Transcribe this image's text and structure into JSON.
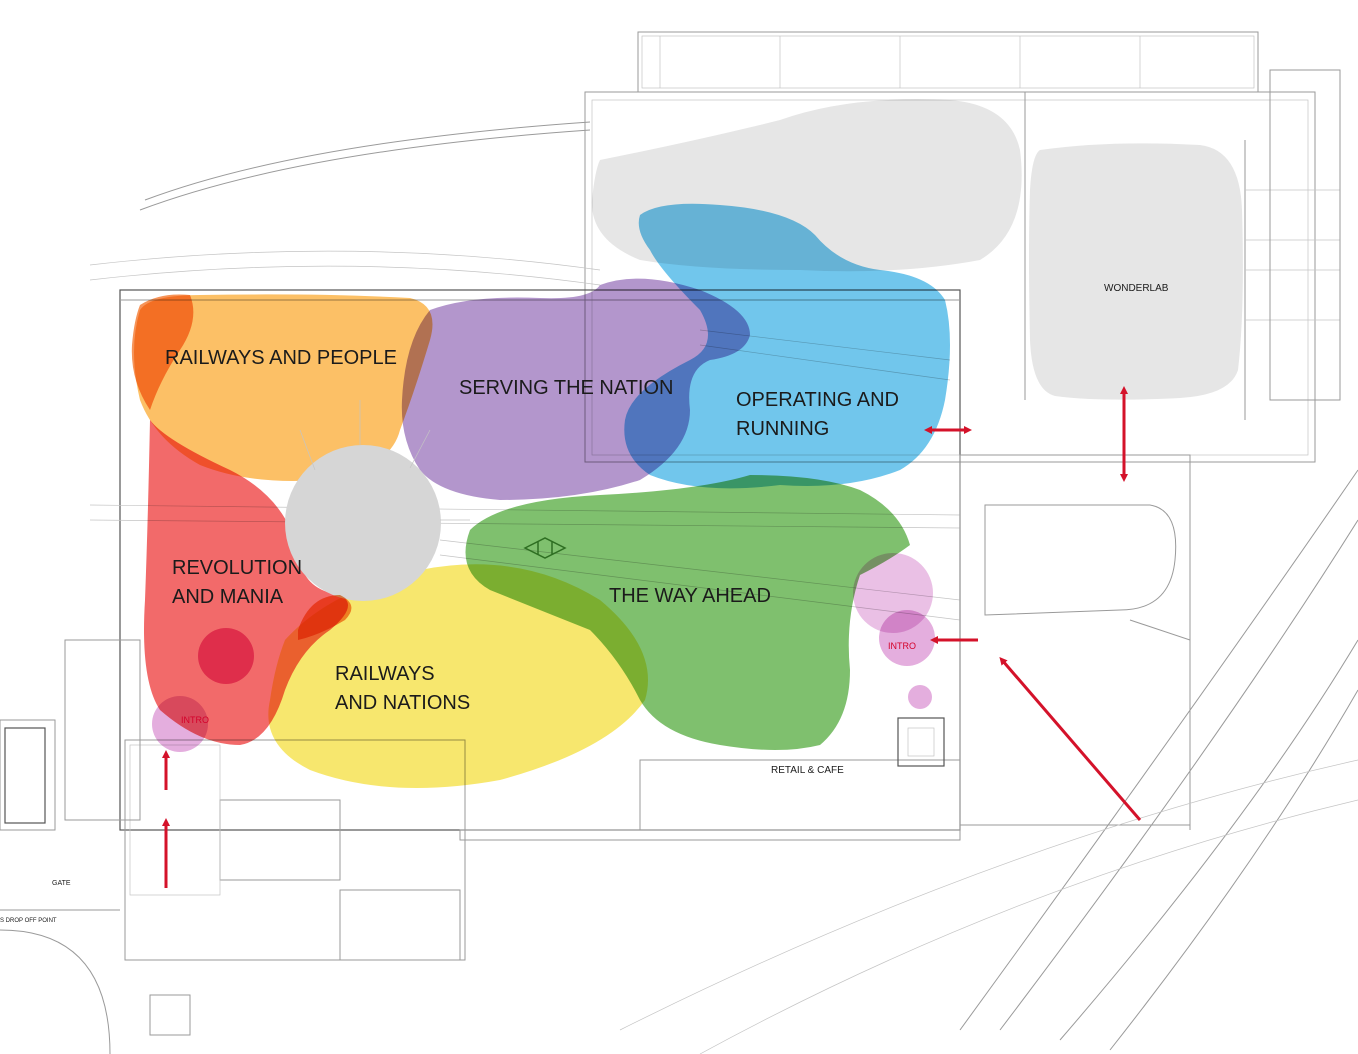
{
  "zones": {
    "railways_and_people": {
      "label": "RAILWAYS AND PEOPLE",
      "color": "#fbb040"
    },
    "serving_the_nation": {
      "label": "SERVING THE NATION",
      "color": "#a07cc0"
    },
    "operating_and_running": {
      "line1": "OPERATING AND",
      "line2": "RUNNING",
      "color": "#4db8e8"
    },
    "revolution_and_mania": {
      "line1": "REVOLUTION",
      "line2": "AND MANIA",
      "color": "#ef4444"
    },
    "railways_and_nations": {
      "line1": "RAILWAYS",
      "line2": "AND NATIONS",
      "color": "#f5e14a"
    },
    "the_way_ahead": {
      "label": "THE WAY AHEAD",
      "color": "#5fb04a"
    },
    "wonderlab": {
      "label": "WONDERLAB",
      "color": "#e6e6e6"
    }
  },
  "intro_left": "INTRO",
  "intro_right": "INTRO",
  "retail": "RETAIL & CAFE",
  "gate": "GATE",
  "drop_off": "S DROP OFF POINT",
  "arrow_color": "#d4122a"
}
